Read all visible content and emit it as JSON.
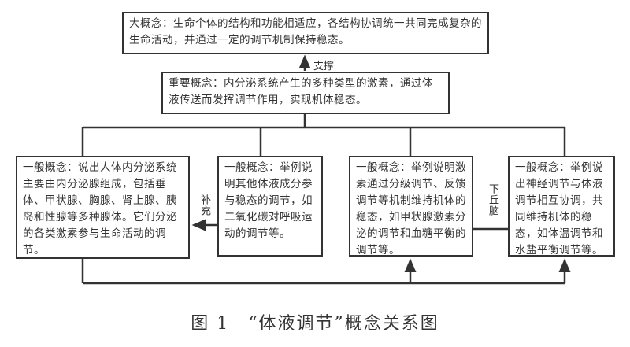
{
  "big_concept": "大概念：生命个体的结构和功能相适应，各结构协调统一共同完成复杂的生命活动，并通过一定的调节机制保持稳态。",
  "important_concept": "重要概念：内分泌系统产生的多种类型的激素，通过体液传送而发挥调节作用，实现机体稳态。",
  "general_concepts": [
    "一般概念：说出人体内分泌系统主要由内分泌腺组成，包括垂体、甲状腺、胸腺、肾上腺、胰岛和性腺等多种腺体。它们分泌的各类激素参与生命活动的调节。",
    "一般概念：举例说明其他体液成分参与稳态的调节，如二氧化碳对呼吸运动的调节等。",
    "一般概念：举例说明激素通过分级调节、反馈调节等机制维持机体的稳态，如甲状腺激素分泌的调节和血糖平衡的调节等。",
    "一般概念：举例说出神经调节与体液调节相互协调，共同维持机体的稳态，如体温调节和水盐平衡调节等。"
  ],
  "labels": {
    "support": "支撑",
    "supplement": "补充",
    "hypothalamus": "下丘脑"
  },
  "caption": "图 1　“体液调节”概念关系图"
}
